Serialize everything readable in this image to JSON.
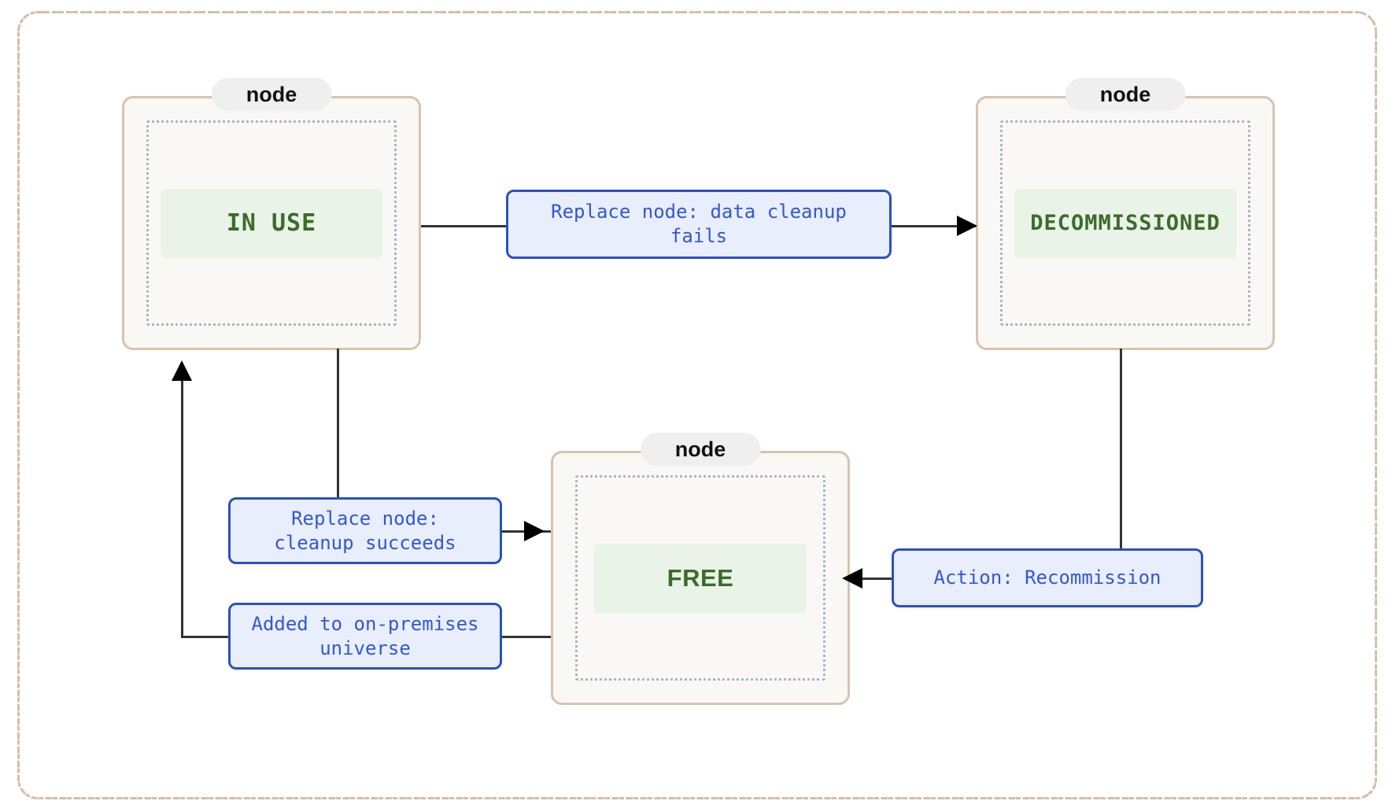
{
  "diagram": {
    "type": "state-machine",
    "frame_style": "dash-dot",
    "colors": {
      "frame_border": "#d4bda8",
      "node_border": "#d8c3b0",
      "node_background": "#faf8f5",
      "node_inner_dotted": "#a8b6c6",
      "node_title_background": "#efefef",
      "leaf_background": "#e9f3e7",
      "leaf_text": "#3a6d2a",
      "edge_label_background": "#e8eefb",
      "edge_label_border": "#2b50c4",
      "edge_label_text": "#3358cf",
      "connector": "#333333"
    },
    "nodes": [
      {
        "id": "in-use",
        "title": "node",
        "state": "IN USE",
        "font": "mono"
      },
      {
        "id": "decommissioned",
        "title": "node",
        "state": "DECOMMISSIONED",
        "font": "mono"
      },
      {
        "id": "free",
        "title": "node",
        "state": "FREE",
        "font": "sans"
      }
    ],
    "transitions": [
      {
        "id": "t1",
        "from": "in-use",
        "to": "decommissioned",
        "label": "Replace node: data cleanup\nfails"
      },
      {
        "id": "t2",
        "from": "in-use",
        "to": "free",
        "label": "Replace node:\ncleanup succeeds"
      },
      {
        "id": "t3",
        "from": "free",
        "to": "in-use",
        "label": "Added to on-premises\nuniverse"
      },
      {
        "id": "t4",
        "from": "decommissioned",
        "to": "free",
        "label": "Action: Recommission"
      }
    ]
  }
}
